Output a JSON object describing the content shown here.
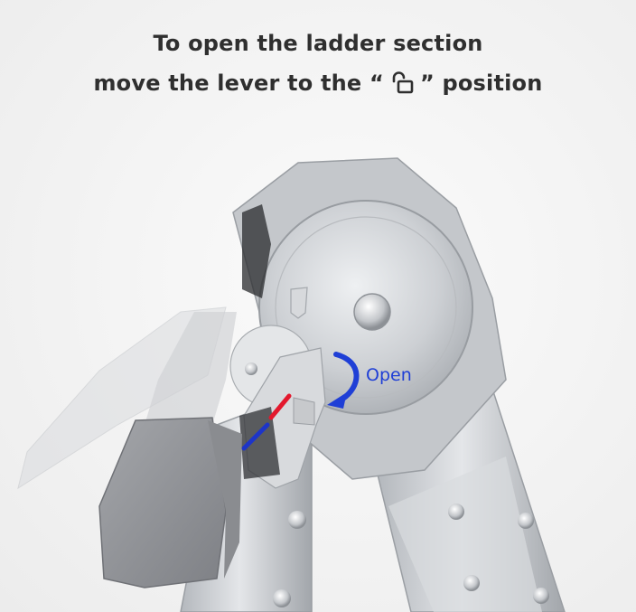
{
  "instruction": {
    "line1": "To open the ladder section",
    "line2_prefix": "move the lever to the “",
    "line2_icon": "unlock-icon",
    "line2_suffix": "” position"
  },
  "callout": {
    "label": "Open",
    "icon": "curved-arrow-icon",
    "color": "#1f3fd6"
  },
  "colors": {
    "text": "#2f2f2f",
    "metal": "#c9ccd0",
    "lever": "#8e9094",
    "marker_red": "#e3182d",
    "marker_blue": "#1d35c8"
  }
}
